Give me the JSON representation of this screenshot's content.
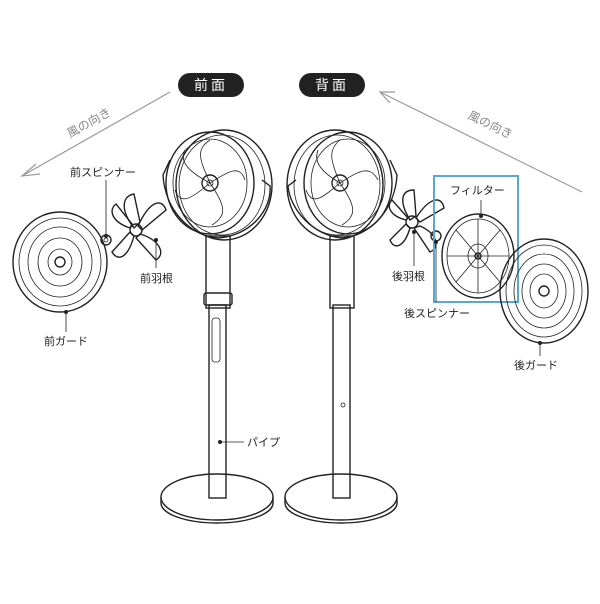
{
  "titles": {
    "front": "前面",
    "back": "背面"
  },
  "wind": {
    "left": "風の向き",
    "right": "風の向き"
  },
  "labels": {
    "front_spinner": "前スピンナー",
    "front_blade": "前羽根",
    "front_guard": "前ガード",
    "pipe": "パイプ",
    "filter": "フィルター",
    "rear_blade": "後羽根",
    "rear_spinner": "後スピンナー",
    "rear_guard": "後ガード"
  },
  "colors": {
    "filter_highlight": "#5aa7d6",
    "title_pill": "#222222",
    "wind_arrow": "#999999"
  }
}
